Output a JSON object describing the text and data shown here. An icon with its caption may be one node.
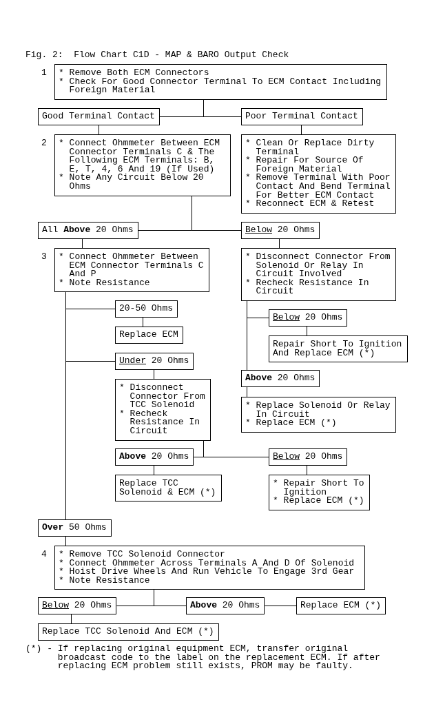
{
  "diagram": {
    "title": "Fig. 2:  Flow Chart C1D - MAP & BARO Output Check",
    "nodes": [
      {
        "text": [
          "* Remove Both ECM Connectors",
          "* Check For Good Connector Terminal To ECM Contact Including Foreign Material"
        ],
        "beside": [
          "1"
        ]
      },
      {
        "text": [
          "Good Terminal Contact"
        ]
      },
      {
        "text": [
          "Poor Terminal Contact"
        ]
      },
      {
        "text": [
          "* Connect Ohmmeter Between ECM Connector Terminals C & The Following ECM Terminals: B, E, T, 4, 6 And 19 (If Used)",
          "* Note Any Circuit Below 20 Ohms"
        ],
        "beside": [
          "2"
        ]
      },
      {
        "text": [
          "* Clean Or Replace Dirty Terminal",
          "* Repair For Source Of Foreign Material",
          "* Remove Terminal With Poor Contact And Bend Terminal For Better ECM Contact",
          "* Reconnect ECM & Retest"
        ]
      },
      {
        "text": [
          "All **Above** 20 Ohms"
        ]
      },
      {
        "text": [
          "Below 20 Ohms"
        ]
      },
      {
        "text": [
          "* Connect Ohmmeter Between ECM Connector Terminals C And P",
          "* Note Resistance"
        ],
        "beside": [
          "3"
        ]
      },
      {
        "text": [
          "* Disconnect Connector From Solenoid Or Relay In Circuit Involved",
          "* Recheck Resistance In Circuit"
        ]
      },
      {
        "text": [
          "20-50 Ohms"
        ]
      },
      {
        "text": [
          "Below 20 Ohms"
        ]
      },
      {
        "text": [
          "Replace ECM"
        ]
      },
      {
        "text": [
          "Repair Short To Ignition And Replace ECM (*)"
        ]
      },
      {
        "text": [
          "Under 20 Ohms"
        ]
      },
      {
        "text": [
          "**Above** 20 Ohms"
        ]
      },
      {
        "text": [
          "* Disconnect Connector From TCC Solenoid",
          "* Recheck Resistance In Circuit"
        ]
      },
      {
        "text": [
          "* Replace Solenoid Or Relay In Circuit",
          "* Replace ECM (*)"
        ]
      },
      {
        "text": [
          "**Above** 20 Ohms"
        ]
      },
      {
        "text": [
          "Below 20 Ohms"
        ]
      },
      {
        "text": [
          "Replace TCC Solenoid & ECM (*)"
        ]
      },
      {
        "text": [
          "* Repair Short To Ignition",
          "* Replace ECM (*)"
        ]
      },
      {
        "text": [
          "**Over** 50 Ohms"
        ]
      },
      {
        "text": [
          "* Remove TCC Solenoid Connector",
          "* Connect Ohmmeter Across Terminals A And D Of Solenoid",
          "* Hoist Drive Wheels And Run Vehicle To Engage 3rd Gear",
          "* Note Resistance"
        ],
        "beside": [
          "4"
        ]
      },
      {
        "text": [
          "Below 20 Ohms"
        ]
      },
      {
        "text": [
          "**Above** 20 Ohms"
        ]
      },
      {
        "text": [
          "Replace ECM (*)"
        ]
      },
      {
        "text": [
          "Replace TCC Solenoid And ECM (*)"
        ]
      }
    ],
    "edges": [
      {
        "from": 0,
        "to": 1,
        "arrow": "none"
      },
      {
        "from": 0,
        "to": 2,
        "arrow": "none"
      },
      {
        "from": 1,
        "to": 3,
        "arrow": "none"
      },
      {
        "from": 2,
        "to": 4,
        "arrow": "none"
      },
      {
        "from": 3,
        "to": 5,
        "arrow": "none"
      },
      {
        "from": 3,
        "to": 6,
        "arrow": "none"
      },
      {
        "from": 5,
        "to": 7,
        "arrow": "none"
      },
      {
        "from": 6,
        "to": 8,
        "arrow": "none"
      },
      {
        "from": 7,
        "to": 9,
        "arrow": "none"
      },
      {
        "from": 7,
        "to": 13,
        "arrow": "none"
      },
      {
        "from": 7,
        "to": 21,
        "arrow": "none"
      },
      {
        "from": 9,
        "to": 11,
        "arrow": "none"
      },
      {
        "from": 8,
        "to": 10,
        "arrow": "none"
      },
      {
        "from": 8,
        "to": 14,
        "arrow": "none"
      },
      {
        "from": 10,
        "to": 12,
        "arrow": "none"
      },
      {
        "from": 13,
        "to": 15,
        "arrow": "none"
      },
      {
        "from": 14,
        "to": 16,
        "arrow": "none"
      },
      {
        "from": 15,
        "to": 17,
        "arrow": "none"
      },
      {
        "from": 15,
        "to": 18,
        "arrow": "none"
      },
      {
        "from": 17,
        "to": 19,
        "arrow": "none"
      },
      {
        "from": 18,
        "to": 20,
        "arrow": "none"
      },
      {
        "from": 21,
        "to": 22,
        "arrow": "none"
      },
      {
        "from": 22,
        "to": 23,
        "arrow": "none"
      },
      {
        "from": 22,
        "to": 24,
        "arrow": "none"
      },
      {
        "from": 24,
        "to": 25,
        "arrow": "none"
      },
      {
        "from": 23,
        "to": 26,
        "arrow": "none"
      }
    ],
    "caption": "(*) - If replacing original equipment ECM, transfer original broadcast code to the label on the replacement ECM. If after replacing ECM problem still exists, PROM may be faulty."
  }
}
